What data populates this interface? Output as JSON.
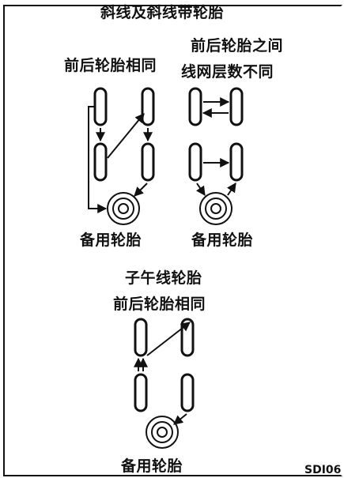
{
  "diagram": {
    "title": "斜线及斜线带轮胎",
    "bias_same": {
      "label": "前后轮胎相同",
      "spare_label": "备用轮胎"
    },
    "bias_diff": {
      "label_line1": "前后轮胎之间",
      "label_line2": "线网层数不同",
      "spare_label": "备用轮胎"
    },
    "radial": {
      "title": "子午线轮胎",
      "label": "前后轮胎相同",
      "spare_label": "备用轮胎"
    },
    "figure_code": "SDI06"
  },
  "colors": {
    "ink": "#111111",
    "background": "#ffffff"
  }
}
